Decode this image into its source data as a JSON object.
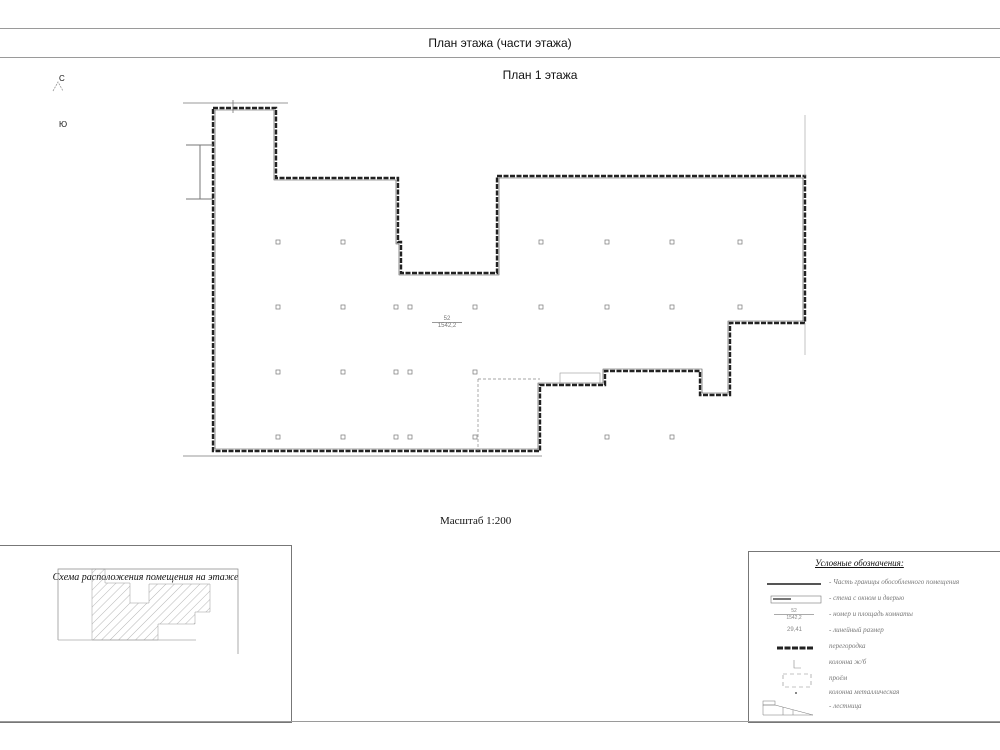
{
  "header": {
    "sheet_title": "План этажа (части этажа)"
  },
  "plan": {
    "floor_title": "План 1 этажа",
    "compass": {
      "north": "С",
      "south": "Ю"
    },
    "room": {
      "number": "52",
      "area": "1542,2"
    },
    "scale": "Масштаб 1:200"
  },
  "scheme": {
    "title": "Схема расположения помещения на этаже"
  },
  "legend": {
    "title": "Условные обозначения:",
    "items": [
      {
        "symbol": "boundary-line",
        "label": "- Часть границы обособленного помещения"
      },
      {
        "symbol": "wall-window",
        "label": "- стена с окном и дверью"
      },
      {
        "symbol": "room-number-area",
        "label": "- номер и площадь комнаты",
        "sample_number": "52",
        "sample_area": "1542,2"
      },
      {
        "symbol": "dimension",
        "label": "- линейный размер",
        "sample": "29,41"
      },
      {
        "symbol": "partition",
        "label": "перегородка"
      },
      {
        "symbol": "column-rc",
        "label": "колонна ж/б"
      },
      {
        "symbol": "opening",
        "label": "проём"
      },
      {
        "symbol": "column-metal",
        "label": "колонна металлическая"
      },
      {
        "symbol": "stairs",
        "label": "- лестница"
      }
    ]
  }
}
